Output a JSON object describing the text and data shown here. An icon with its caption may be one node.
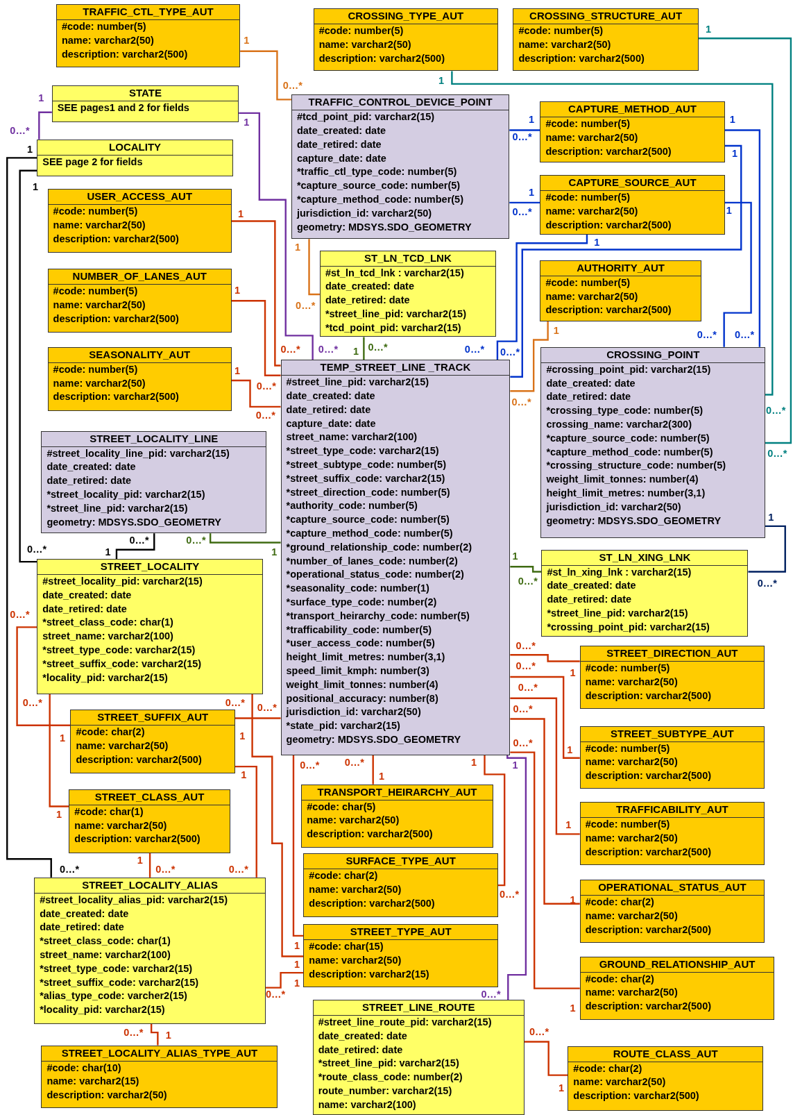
{
  "diagram": {
    "nodes": [
      {
        "text": [
          "TRAFFIC_CTL_TYPE_AUT",
          "#code: number(5)",
          "name: varchar2(50)",
          "description: varchar2(500)"
        ]
      },
      {
        "text": [
          "CROSSING_TYPE_AUT",
          "#code: number(5)",
          "name: varchar2(50)",
          "description: varchar2(500)"
        ]
      },
      {
        "text": [
          "CROSSING_STRUCTURE_AUT",
          "#code: number(5)",
          "name: varchar2(50)",
          "description: varchar2(500)"
        ]
      },
      {
        "text": [
          "STATE",
          "SEE pages1 and 2 for fields"
        ]
      },
      {
        "text": [
          "LOCALITY",
          "SEE page 2 for fields"
        ]
      },
      {
        "text": [
          "TRAFFIC_CONTROL_DEVICE_POINT",
          "#tcd_point_pid: varchar2(15)",
          "date_created: date",
          "date_retired: date",
          "capture_date: date",
          "*traffic_ctl_type_code: number(5)",
          "*capture_source_code: number(5)",
          "*capture_method_code: number(5)",
          "jurisdiction_id: varchar2(50)",
          "geometry: MDSYS.SDO_GEOMETRY"
        ]
      },
      {
        "text": [
          "CAPTURE_METHOD_AUT",
          "#code: number(5)",
          "name: varchar2(50)",
          "description: varchar2(500)"
        ]
      },
      {
        "text": [
          "USER_ACCESS_AUT",
          "#code: number(5)",
          "name: varchar2(50)",
          "description: varchar2(500)"
        ]
      },
      {
        "text": [
          "CAPTURE_SOURCE_AUT",
          "#code: number(5)",
          "name: varchar2(50)",
          "description: varchar2(500)"
        ]
      },
      {
        "text": [
          "ST_LN_TCD_LNK",
          "#st_ln_tcd_lnk : varchar2(15)",
          "date_created: date",
          "date_retired: date",
          "*street_line_pid: varchar2(15)",
          "*tcd_point_pid: varchar2(15)"
        ]
      },
      {
        "text": [
          "NUMBER_OF_LANES_AUT",
          "#code: number(5)",
          "name: varchar2(50)",
          "description: varchar2(500)"
        ]
      },
      {
        "text": [
          "AUTHORITY_AUT",
          "#code: number(5)",
          "name: varchar2(50)",
          "description: varchar2(500)"
        ]
      },
      {
        "text": [
          "SEASONALITY_AUT",
          "#code: number(5)",
          "name: varchar2(50)",
          "description: varchar2(500)"
        ]
      },
      {
        "text": [
          "TEMP_STREET_LINE _TRACK",
          "#street_line_pid: varchar2(15)",
          "date_created: date",
          "date_retired: date",
          "capture_date: date",
          "street_name: varchar2(100)",
          "*street_type_code: varchar2(15)",
          "*street_subtype_code: number(5)",
          "*street_suffix_code: varchar2(15)",
          "*street_direction_code: number(5)",
          "*authority_code: number(5)",
          "*capture_source_code: number(5)",
          "*capture_method_code: number(5)",
          "*ground_relationship_code: number(2)",
          "*number_of_lanes_code: number(2)",
          "*operational_status_code: number(2)",
          "*seasonality_code: number(1)",
          "*surface_type_code: number(2)",
          "*transport_heirarchy_code: number(5)",
          "*trafficability_code: number(5)",
          "*user_access_code: number(5)",
          "height_limit_metres: number(3,1)",
          "speed_limit_kmph: number(3)",
          "weight_limit_tonnes: number(4)",
          "positional_accuracy: number(8)",
          "jurisdiction_id: varchar2(50)",
          "*state_pid: varchar2(15)",
          "geometry: MDSYS.SDO_GEOMETRY"
        ]
      },
      {
        "text": [
          "CROSSING_POINT",
          "#crossing_point_pid: varchar2(15)",
          "date_created: date",
          "date_retired: date",
          "*crossing_type_code: number(5)",
          "crossing_name: varchar2(300)",
          "*capture_source_code: number(5)",
          "*capture_method_code: number(5)",
          "*crossing_structure_code: number(5)",
          "weight_limit_tonnes: number(4)",
          "height_limit_metres: number(3,1)",
          "jurisdiction_id: varchar2(50)",
          "geometry: MDSYS.SDO_GEOMETRY"
        ]
      },
      {
        "text": [
          "STREET_LOCALITY_LINE",
          "#street_locality_line_pid: varchar2(15)",
          "date_created: date",
          "date_retired: date",
          "*street_locality_pid: varchar2(15)",
          "*street_line_pid: varchar2(15)",
          "geometry: MDSYS.SDO_GEOMETRY"
        ]
      },
      {
        "text": [
          "ST_LN_XING_LNK",
          "#st_ln_xing_lnk : varchar2(15)",
          "date_created: date",
          "date_retired: date",
          "*street_line_pid: varchar2(15)",
          "*crossing_point_pid: varchar2(15)"
        ]
      },
      {
        "text": [
          "STREET_LOCALITY",
          "#street_locality_pid: varchar2(15)",
          "date_created: date",
          "date_retired: date",
          "*street_class_code: char(1)",
          "street_name: varchar2(100)",
          "*street_type_code: varchar2(15)",
          "*street_suffix_code: varchar2(15)",
          "*locality_pid: varchar2(15)"
        ]
      },
      {
        "text": [
          "STREET_DIRECTION_AUT",
          "#code: number(5)",
          "name: varchar2(50)",
          "description: varchar2(500)"
        ]
      },
      {
        "text": [
          "STREET_SUFFIX_AUT",
          "#code: char(2)",
          "name: varchar2(50)",
          "description: varchar2(500)"
        ]
      },
      {
        "text": [
          "STREET_SUBTYPE_AUT",
          "#code: number(5)",
          "name: varchar2(50)",
          "description: varchar2(500)"
        ]
      },
      {
        "text": [
          "STREET_CLASS_AUT",
          "#code: char(1)",
          "name: varchar2(50)",
          "description: varchar2(500)"
        ]
      },
      {
        "text": [
          "TRANSPORT_HEIRARCHY_AUT",
          "#code: char(5)",
          "name: varchar2(50)",
          "description: varchar2(500)"
        ]
      },
      {
        "text": [
          "TRAFFICABILITY_AUT",
          "#code: number(5)",
          "name: varchar2(50)",
          "description: varchar2(500)"
        ]
      },
      {
        "text": [
          "SURFACE_TYPE_AUT",
          "#code: char(2)",
          "name: varchar2(50)",
          "description: varchar2(500)"
        ]
      },
      {
        "text": [
          "STREET_LOCALITY_ALIAS",
          "#street_locality_alias_pid: varchar2(15)",
          "date_created: date",
          "date_retired: date",
          "*street_class_code: char(1)",
          "street_name: varchar2(100)",
          "*street_type_code: varchar2(15)",
          "*street_suffix_code: varchar2(15)",
          "*alias_type_code: varcher2(15)",
          "*locality_pid: varchar2(15)"
        ]
      },
      {
        "text": [
          "OPERATIONAL_STATUS_AUT",
          "#code: char(2)",
          "name: varchar2(50)",
          "description: varchar2(500)"
        ]
      },
      {
        "text": [
          "STREET_TYPE_AUT",
          "#code: char(15)",
          "name: varchar2(50)",
          "description: varchar2(15)"
        ]
      },
      {
        "text": [
          "GROUND_RELATIONSHIP_AUT",
          "#code: char(2)",
          "name: varchar2(50)",
          "description: varchar2(500)"
        ]
      },
      {
        "text": [
          "STREET_LINE_ROUTE",
          "#street_line_route_pid: varchar2(15)",
          "date_created: date",
          "date_retired: date",
          "*street_line_pid: varchar2(15)",
          "*route_class_code: number(2)",
          "route_number: varchar2(15)",
          "name: varchar2(100)"
        ]
      },
      {
        "text": [
          "STREET_LOCALITY_ALIAS_TYPE_AUT",
          "#code: char(10)",
          "name: varchar2(15)",
          "description: varchar2(50)"
        ]
      },
      {
        "text": [
          "ROUTE_CLASS_AUT",
          "#code: char(2)",
          "name: varchar2(50)",
          "description: varchar2(500)"
        ]
      }
    ],
    "edges": [
      {
        "from": 0,
        "to": 5,
        "arrow": "none",
        "color": "#d9731a"
      },
      {
        "from": 1,
        "to": 14,
        "arrow": "none",
        "color": "#008080"
      },
      {
        "from": 2,
        "to": 14,
        "arrow": "none",
        "color": "#008080"
      },
      {
        "from": 3,
        "to": 4,
        "arrow": "none",
        "color": "#7030a0"
      },
      {
        "from": 3,
        "to": 13,
        "arrow": "none",
        "color": "#7030a0"
      },
      {
        "from": 4,
        "to": 17,
        "arrow": "none",
        "color": "#000000"
      },
      {
        "from": 4,
        "to": 25,
        "arrow": "none",
        "color": "#000000"
      },
      {
        "from": 5,
        "to": 9,
        "arrow": "none",
        "color": "#d9731a"
      },
      {
        "from": 6,
        "to": 5,
        "arrow": "none",
        "color": "#0033cc"
      },
      {
        "from": 6,
        "to": 14,
        "arrow": "none",
        "color": "#0033cc"
      },
      {
        "from": 6,
        "to": 13,
        "arrow": "none",
        "color": "#0033cc"
      },
      {
        "from": 8,
        "to": 5,
        "arrow": "none",
        "color": "#0033cc"
      },
      {
        "from": 8,
        "to": 14,
        "arrow": "none",
        "color": "#0033cc"
      },
      {
        "from": 8,
        "to": 13,
        "arrow": "none",
        "color": "#0033cc"
      },
      {
        "from": 11,
        "to": 13,
        "arrow": "none",
        "color": "#d9731a"
      },
      {
        "from": 9,
        "to": 13,
        "arrow": "none",
        "color": "#3f6b12"
      },
      {
        "from": 7,
        "to": 13,
        "arrow": "none"
      },
      {
        "from": 10,
        "to": 13,
        "arrow": "none"
      },
      {
        "from": 12,
        "to": 13,
        "arrow": "none"
      },
      {
        "from": 14,
        "to": 16,
        "arrow": "none",
        "color": "#002060"
      },
      {
        "from": 13,
        "to": 16,
        "arrow": "none",
        "color": "#3f6b12"
      },
      {
        "from": 15,
        "to": 13,
        "arrow": "none",
        "color": "#3f6b12"
      },
      {
        "from": 15,
        "to": 17,
        "arrow": "none",
        "color": "#000000"
      },
      {
        "from": 17,
        "to": 19,
        "arrow": "none"
      },
      {
        "from": 17,
        "to": 21,
        "arrow": "none"
      },
      {
        "from": 17,
        "to": 27,
        "arrow": "none"
      },
      {
        "from": 19,
        "to": 13,
        "arrow": "none"
      },
      {
        "from": 19,
        "to": 25,
        "arrow": "none"
      },
      {
        "from": 21,
        "to": 25,
        "arrow": "none"
      },
      {
        "from": 13,
        "to": 22,
        "arrow": "none"
      },
      {
        "from": 13,
        "to": 24,
        "arrow": "none"
      },
      {
        "from": 13,
        "to": 27,
        "arrow": "none"
      },
      {
        "from": 25,
        "to": 27,
        "arrow": "none"
      },
      {
        "from": 13,
        "to": 29,
        "arrow": "none",
        "color": "#7030a0"
      },
      {
        "from": 13,
        "to": 18,
        "arrow": "none"
      },
      {
        "from": 13,
        "to": 20,
        "arrow": "none"
      },
      {
        "from": 13,
        "to": 23,
        "arrow": "none"
      },
      {
        "from": 13,
        "to": 26,
        "arrow": "none"
      },
      {
        "from": 13,
        "to": 28,
        "arrow": "none"
      },
      {
        "from": 29,
        "to": 31,
        "arrow": "none"
      },
      {
        "from": 25,
        "to": 30,
        "arrow": "none"
      }
    ],
    "labels": [
      "1",
      "1",
      "1",
      "0…*",
      "1",
      "1",
      "1",
      "1",
      "0…*",
      "0…*",
      "1",
      "1",
      "1",
      "1",
      "1",
      "0…*",
      "1",
      "1",
      "1",
      "1",
      "0…*",
      "1",
      "0…*",
      "0…*",
      "0…*",
      "0…*",
      "1",
      "0…*",
      "0…*",
      "0…*",
      "1",
      "0…*",
      "0…*",
      "0…*",
      "0…*",
      "0…*",
      "1",
      "0…*",
      "1",
      "0…*",
      "0…*",
      "1",
      "1",
      "0…*",
      "0…*",
      "0…*",
      "0…*",
      "0…*",
      "1",
      "0…*",
      "0…*",
      "0…*",
      "0…*",
      "0…*",
      "1",
      "1",
      "0…*",
      "1",
      "0…*",
      "0…*",
      "1",
      "1",
      "1",
      "1",
      "1",
      "1",
      "1",
      "0…*",
      "0…*",
      "0…*",
      "0…*",
      "1",
      "1",
      "1",
      "1",
      "0…*",
      "0…*",
      "1",
      "0…*",
      "1",
      "0…*",
      "1"
    ]
  }
}
